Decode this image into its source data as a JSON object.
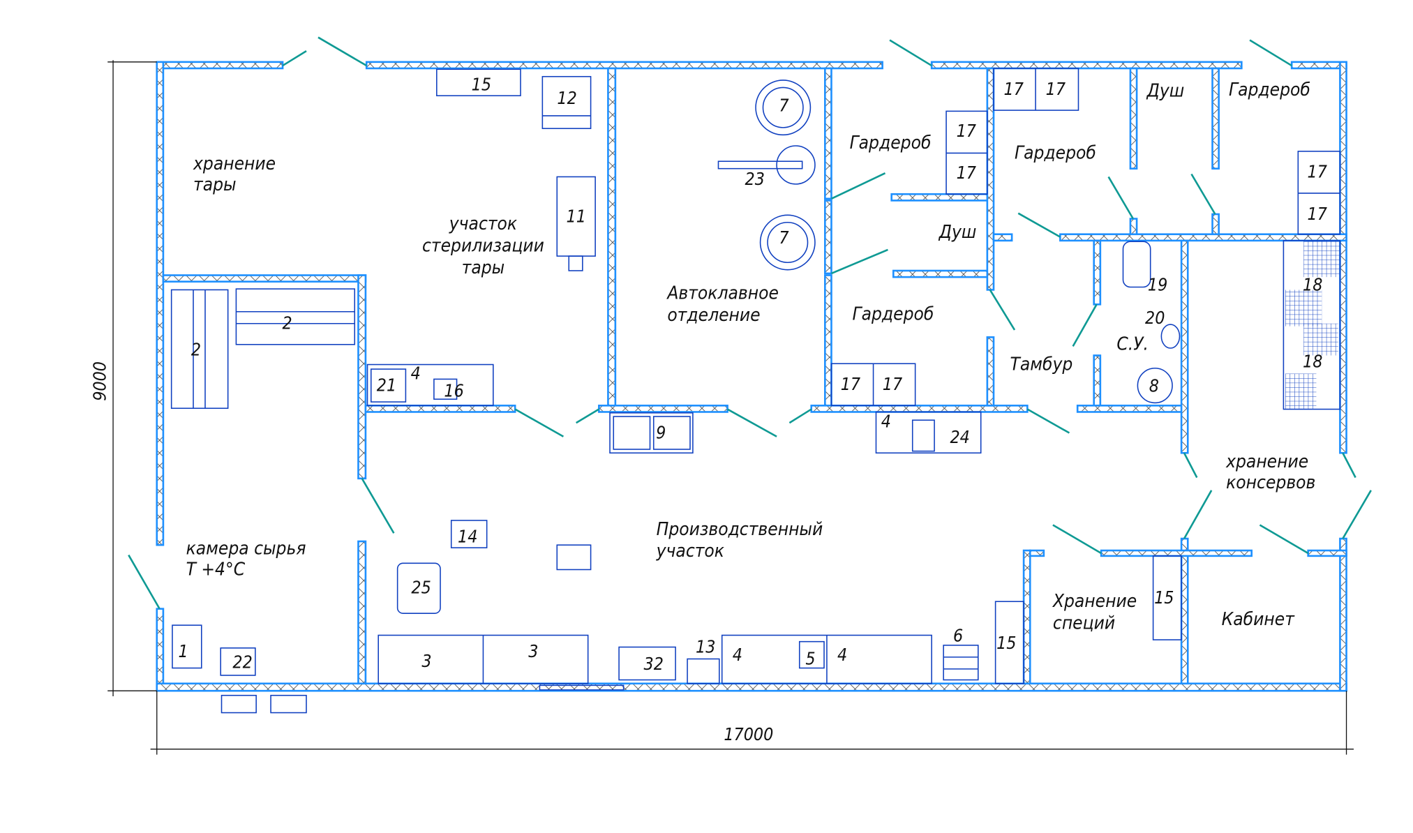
{
  "title": "Floor plan",
  "dimensions": {
    "height": "9000",
    "width": "17000"
  },
  "rooms": {
    "tare_storage": [
      "хранение",
      "тары"
    ],
    "sterilization": [
      "участок",
      "стерилизации",
      "тары"
    ],
    "autoclave": [
      "Автоклавное",
      "отделение"
    ],
    "wardrobe_1": "Гардероб",
    "wardrobe_2": "Гардероб",
    "wardrobe_3": "Гардероб",
    "wardrobe_4": "Гардероб",
    "shower_1": "Душ",
    "shower_2": "Душ",
    "vestibule": "Тамбур",
    "toilet": "С.У.",
    "canned_storage": [
      "хранение",
      "консервов"
    ],
    "raw_chamber": [
      "камера сырья",
      "T +4°C"
    ],
    "production": [
      "Производственный",
      "участок"
    ],
    "spice_storage": [
      "Хранение",
      "специй"
    ],
    "office": "Кабинет"
  },
  "marks": [
    "15",
    "12",
    "11",
    "7",
    "23",
    "7",
    "2",
    "2",
    "21",
    "4",
    "16",
    "9",
    "17",
    "17",
    "17",
    "17",
    "17",
    "17",
    "4",
    "24",
    "17",
    "17",
    "18",
    "18",
    "19",
    "20",
    "8",
    "14",
    "25",
    "1",
    "22",
    "3",
    "3",
    "32",
    "13",
    "4",
    "5",
    "4",
    "6",
    "15",
    "15"
  ]
}
